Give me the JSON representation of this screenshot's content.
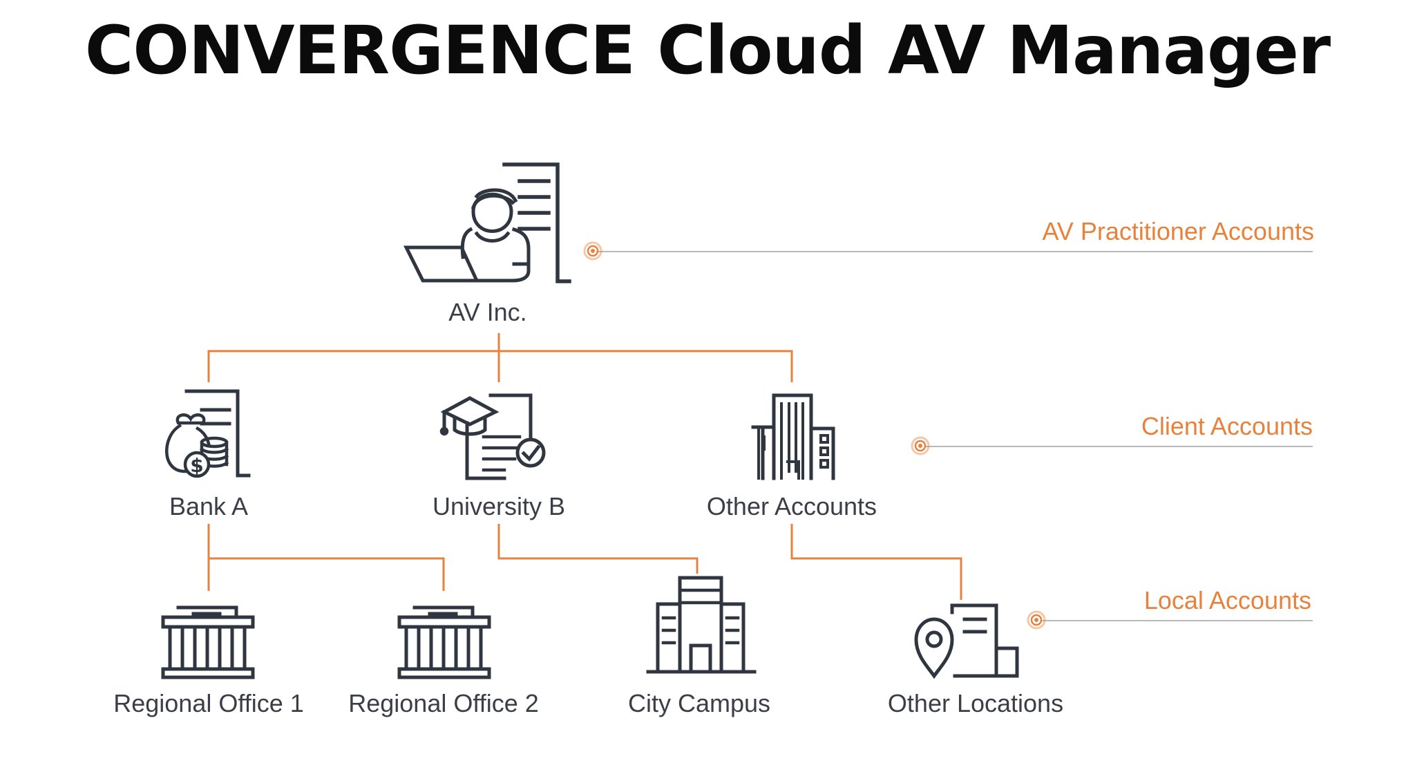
{
  "title": "CONVERGENCE Cloud AV Manager",
  "colors": {
    "accent": "#E8813C",
    "icon": "#2f3640",
    "text": "#3a3f47",
    "guide": "#b8b8b8",
    "title": "#0b0b0b"
  },
  "tiers": [
    {
      "label": "AV Practitioner Accounts"
    },
    {
      "label": "Client Accounts"
    },
    {
      "label": "Local Accounts"
    }
  ],
  "nodes": {
    "root": {
      "label": "AV Inc.",
      "icon": "technician-laptop-icon"
    },
    "clients": [
      {
        "label": "Bank A",
        "icon": "money-bag-document-icon"
      },
      {
        "label": "University B",
        "icon": "graduation-cap-certificate-icon"
      },
      {
        "label": "Other Accounts",
        "icon": "office-buildings-icon"
      }
    ],
    "locals": [
      {
        "label": "Regional Office 1",
        "icon": "bank-building-icon"
      },
      {
        "label": "Regional Office 2",
        "icon": "bank-building-icon"
      },
      {
        "label": "City Campus",
        "icon": "campus-building-icon"
      },
      {
        "label": "Other Locations",
        "icon": "location-pin-building-icon"
      }
    ]
  }
}
